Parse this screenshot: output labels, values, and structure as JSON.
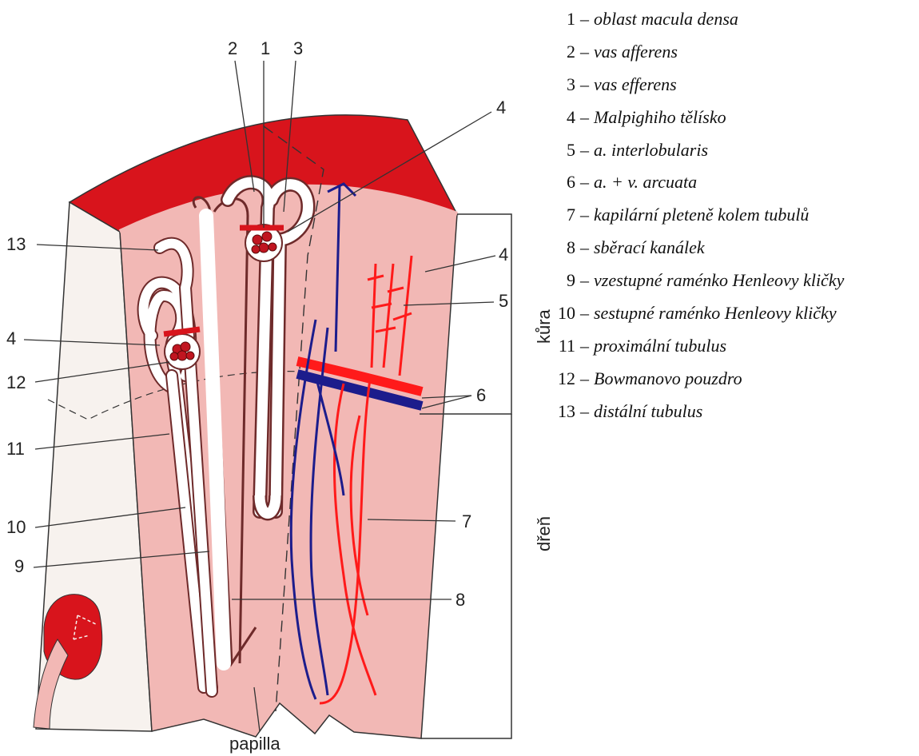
{
  "diagram": {
    "callouts": [
      "1",
      "2",
      "3",
      "4",
      "4",
      "4",
      "5",
      "6",
      "7",
      "8",
      "9",
      "10",
      "11",
      "12",
      "13"
    ],
    "zones": {
      "cortex": "kůra",
      "medulla": "dřeň"
    },
    "papilla": "papilla"
  },
  "legend": [
    {
      "num": "1",
      "name": "oblast macula densa"
    },
    {
      "num": "2",
      "name": "vas afferens"
    },
    {
      "num": "3",
      "name": "vas efferens"
    },
    {
      "num": "4",
      "name": "Malpighiho tělísko"
    },
    {
      "num": "5",
      "name": "a. interlobularis"
    },
    {
      "num": "6",
      "name": "a. + v. arcuata"
    },
    {
      "num": "7",
      "name": "kapilární pleteně kolem tubulů"
    },
    {
      "num": "8",
      "name": "sběrací kanálek"
    },
    {
      "num": "9",
      "name": "vzestupné raménko Henleovy kličky"
    },
    {
      "num": "10",
      "name": "sestupné raménko Henleovy kličky"
    },
    {
      "num": "11",
      "name": "proximální tubulus"
    },
    {
      "num": "12",
      "name": "Bowmanovo pouzdro"
    },
    {
      "num": "13",
      "name": "distální tubulus"
    }
  ],
  "colors": {
    "capsule": "#d8141c",
    "tissue": "#f2b8b5",
    "side_face": "#f7f2ee",
    "artery": "#ff1a1a",
    "vein": "#1c1c8c",
    "tubule_wall": "#6e2a2a"
  }
}
